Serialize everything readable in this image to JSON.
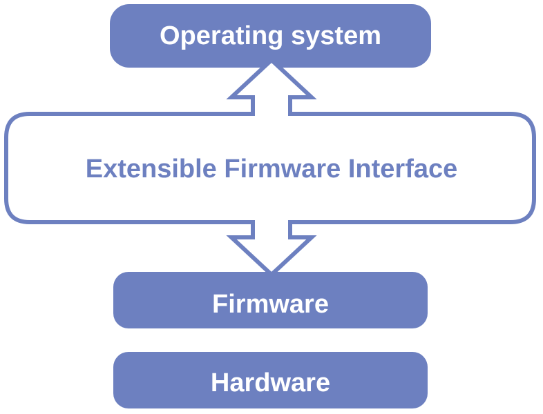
{
  "colors": {
    "box_fill": "#6d80c0",
    "interface_stroke": "#6d80c0",
    "interface_fill": "#ffffff",
    "box_text": "#ffffff",
    "interface_text": "#6d80c0"
  },
  "layers": {
    "operating_system": "Operating system",
    "interface": "Extensible Firmware Interface",
    "firmware": "Firmware",
    "hardware": "Hardware"
  }
}
